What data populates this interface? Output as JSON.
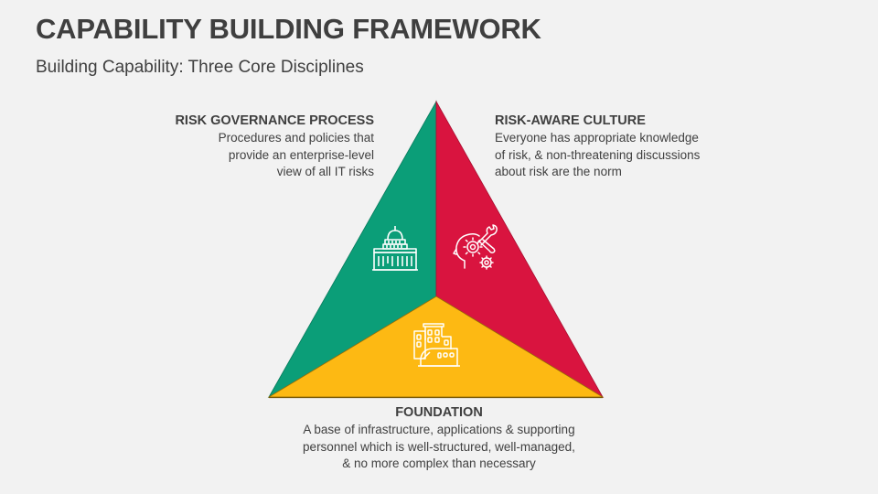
{
  "header": {
    "title": "CAPABILITY BUILDING FRAMEWORK",
    "subtitle": "Building Capability: Three Core Disciplines"
  },
  "segments": [
    {
      "id": "risk-governance",
      "heading": "RISK GOVERNANCE PROCESS",
      "lines": [
        "Procedures and policies that",
        "provide an enterprise-level",
        "view of all IT risks"
      ],
      "color": "#0b9e78",
      "icon": "capitol-building-icon"
    },
    {
      "id": "risk-aware-culture",
      "heading": "RISK-AWARE CULTURE",
      "lines": [
        "Everyone has appropriate knowledge",
        "of risk, & non-threatening discussions",
        "about risk are the norm"
      ],
      "color": "#d9143f",
      "icon": "head-gears-wrench-icon"
    },
    {
      "id": "foundation",
      "heading": "FOUNDATION",
      "lines": [
        "A base of infrastructure, applications & supporting",
        "personnel which is well-structured, well-managed,",
        "& no more complex than necessary"
      ],
      "color": "#fdb913",
      "icon": "city-buildings-train-icon"
    }
  ],
  "colors": {
    "background": "#f2f2f2",
    "text": "#404040",
    "green": "#0b9e78",
    "red": "#d9143f",
    "yellow": "#fdb913"
  }
}
